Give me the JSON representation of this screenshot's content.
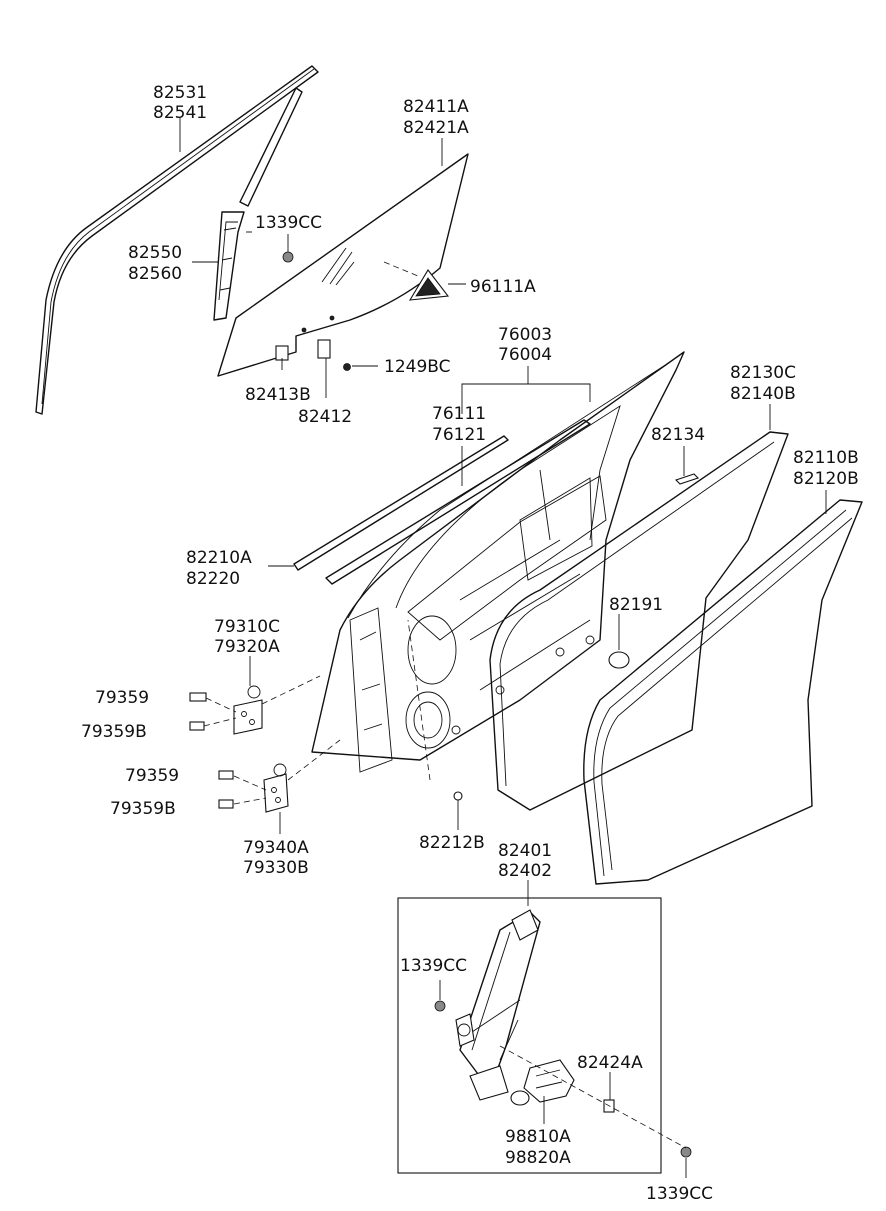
{
  "labels": {
    "l82531": "82531",
    "l82541": "82541",
    "l82411A": "82411A",
    "l82421A": "82421A",
    "l1339CC_a": "1339CC",
    "l82550": "82550",
    "l82560": "82560",
    "l96111A": "96111A",
    "l76003": "76003",
    "l76004": "76004",
    "l1249BC": "1249BC",
    "l82413B": "82413B",
    "l82412": "82412",
    "l82130C": "82130C",
    "l82140B": "82140B",
    "l76111": "76111",
    "l76121": "76121",
    "l82134": "82134",
    "l82110B": "82110B",
    "l82120B": "82120B",
    "l82210A": "82210A",
    "l82220": "82220",
    "l79310C": "79310C",
    "l79320A": "79320A",
    "l82191": "82191",
    "l79359_a": "79359",
    "l79359B_a": "79359B",
    "l79359_b": "79359",
    "l79359B_b": "79359B",
    "l79340A": "79340A",
    "l79330B": "79330B",
    "l82212B": "82212B",
    "l82401": "82401",
    "l82402": "82402",
    "l1339CC_b": "1339CC",
    "l82424A": "82424A",
    "l98810A": "98810A",
    "l98820A": "98820A",
    "l1339CC_c": "1339CC"
  }
}
